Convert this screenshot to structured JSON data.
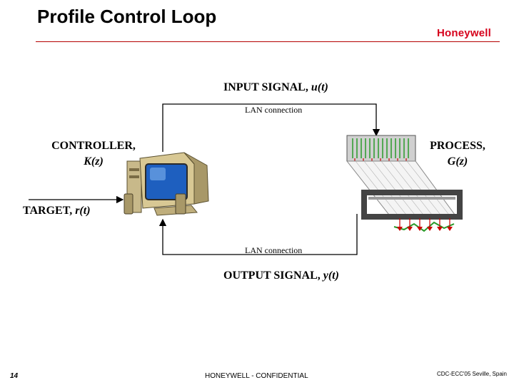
{
  "slide": {
    "title": "Profile Control Loop",
    "logo": "Honeywell",
    "page_number": "14",
    "footer_center": "HONEYWELL - CONFIDENTIAL",
    "footer_right": "CDC-ECC'05 Seville, Spain"
  },
  "diagram": {
    "input_signal": {
      "text": "INPUT SIGNAL, ",
      "var": "u(t)"
    },
    "output_signal": {
      "text": "OUTPUT SIGNAL, ",
      "var": "y(t)"
    },
    "lan_top": "LAN connection",
    "lan_bottom": "LAN connection",
    "controller": {
      "line1": "CONTROLLER,",
      "line2": "K(z)"
    },
    "process": {
      "line1": "PROCESS,",
      "line2": "G(z)"
    },
    "target": {
      "text": "TARGET, ",
      "var": "r(t)"
    }
  },
  "colors": {
    "accent_rule": "#b40000",
    "logo": "#d6001c",
    "actuator_red": "#cc0000",
    "actuator_green": "#2a9a2a"
  }
}
